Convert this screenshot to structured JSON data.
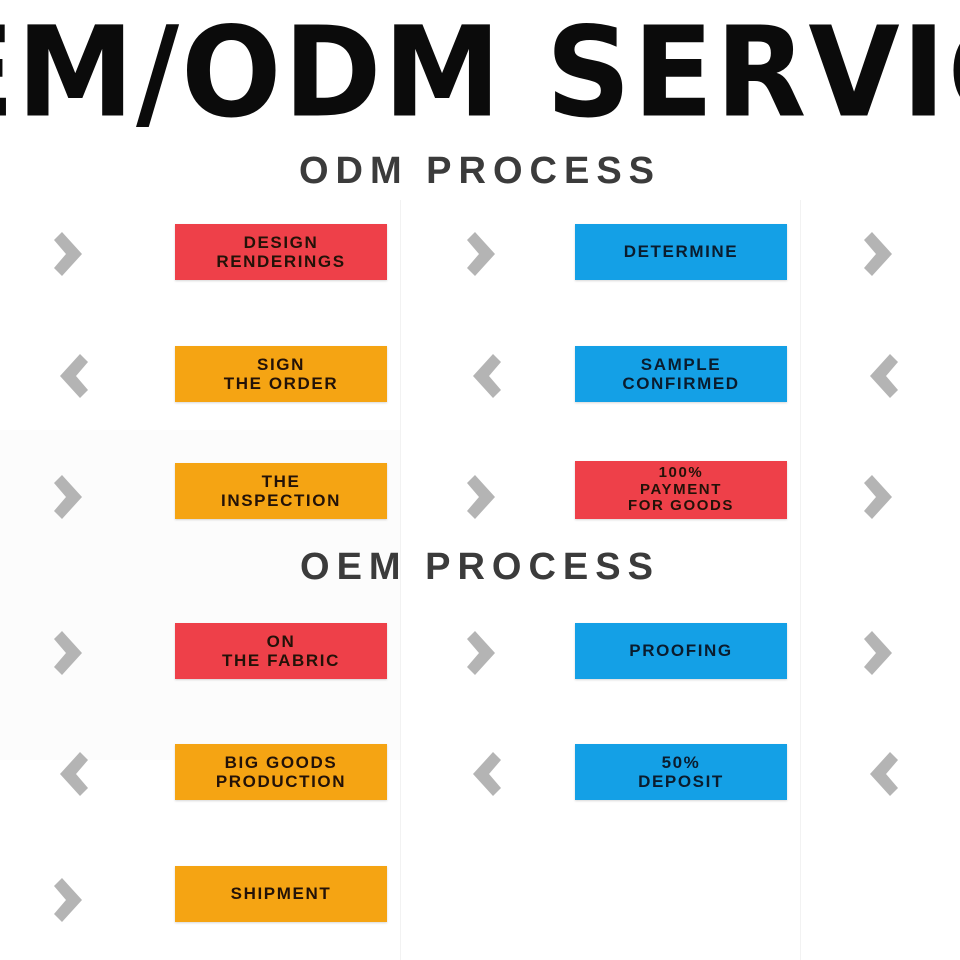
{
  "header": {
    "title": "EM/ODM SERVIC",
    "title_full": "OEM/ODM SERVICE"
  },
  "sections": [
    {
      "id": "odm",
      "heading": "ODM PROCESS",
      "rows": [
        {
          "direction": "right",
          "arrow_icon": "chevron-right-icon",
          "steps": [
            {
              "lines": [
                "DESIGN",
                "RENDERINGS"
              ],
              "color_name": "red",
              "color": "#EE4049"
            },
            {
              "lines": [
                "DETERMINE"
              ],
              "color_name": "blue",
              "color": "#14A0E6"
            }
          ]
        },
        {
          "direction": "left",
          "arrow_icon": "chevron-left-icon",
          "steps": [
            {
              "lines": [
                "SIGN",
                "THE ORDER"
              ],
              "color_name": "orange",
              "color": "#F5A413"
            },
            {
              "lines": [
                "SAMPLE",
                "CONFIRMED"
              ],
              "color_name": "blue",
              "color": "#14A0E6"
            }
          ]
        },
        {
          "direction": "right",
          "arrow_icon": "chevron-right-icon",
          "steps": [
            {
              "lines": [
                "THE",
                "INSPECTION"
              ],
              "color_name": "orange",
              "color": "#F5A413"
            },
            {
              "lines": [
                "100%",
                "PAYMENT",
                "FOR GOODS"
              ],
              "color_name": "red",
              "color": "#EE4049"
            }
          ]
        }
      ]
    },
    {
      "id": "oem",
      "heading": "OEM PROCESS",
      "rows": [
        {
          "direction": "right",
          "arrow_icon": "chevron-right-icon",
          "steps": [
            {
              "lines": [
                "ON",
                "THE FABRIC"
              ],
              "color_name": "red",
              "color": "#EE4049"
            },
            {
              "lines": [
                "PROOFING"
              ],
              "color_name": "blue",
              "color": "#14A0E6"
            }
          ]
        },
        {
          "direction": "left",
          "arrow_icon": "chevron-left-icon",
          "steps": [
            {
              "lines": [
                "BIG GOODS",
                "PRODUCTION"
              ],
              "color_name": "orange",
              "color": "#F5A413"
            },
            {
              "lines": [
                "50%",
                "DEPOSIT"
              ],
              "color_name": "blue",
              "color": "#14A0E6"
            }
          ]
        },
        {
          "direction": "right",
          "arrow_icon": "chevron-right-icon",
          "steps": [
            {
              "lines": [
                "SHIPMENT"
              ],
              "color_name": "orange",
              "color": "#F5A413"
            }
          ]
        }
      ]
    }
  ],
  "palette": {
    "red": "#EE4049",
    "blue": "#14A0E6",
    "orange": "#F5A413",
    "arrow_gray": "#B4B4B4",
    "heading_gray": "#3B3B3B",
    "title_black": "#0B0B0B",
    "background": "#FFFFFF"
  }
}
